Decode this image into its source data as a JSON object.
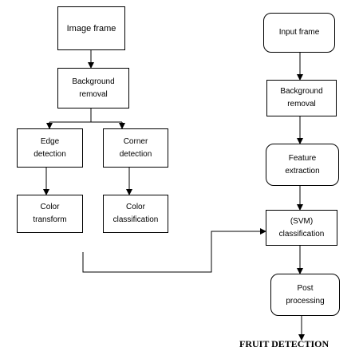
{
  "diagram": {
    "left_branch": {
      "image_frame": "Image frame",
      "background_removal": "Background\nremoval",
      "edge_detection": "Edge\ndetection",
      "corner_detection": "Corner\ndetection",
      "color_transform": "Color\ntransform",
      "color_classification": "Color\nclassification"
    },
    "right_branch": {
      "input_frame": "Input frame",
      "background_removal": "Background\nremoval",
      "feature_extraction": "Feature\nextraction",
      "svm_classification": "(SVM)\nclassification",
      "post_processing": "Post\nprocessing"
    },
    "result": "FRUIT DETECTION"
  },
  "colors": {
    "stroke": "#000000",
    "background": "#ffffff"
  }
}
